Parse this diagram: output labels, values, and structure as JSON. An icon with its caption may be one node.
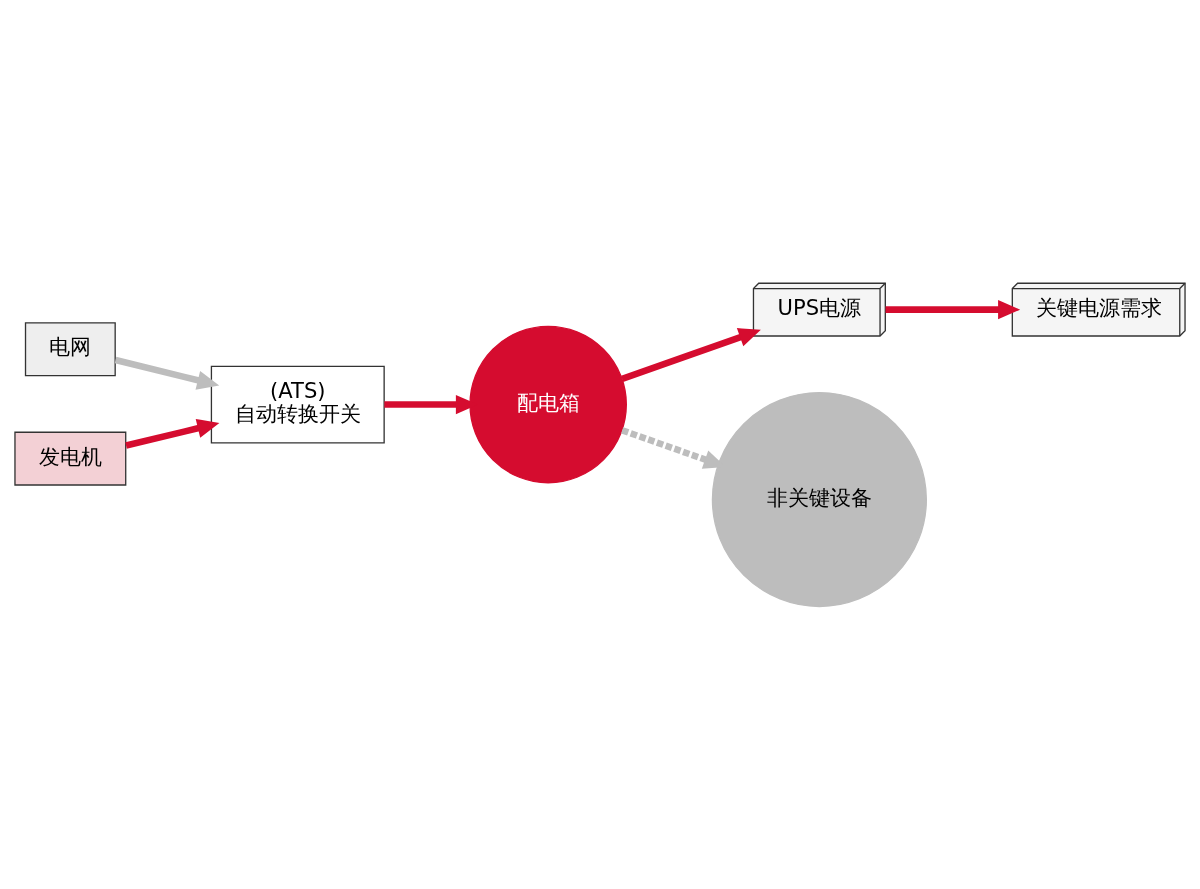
{
  "diagram": {
    "nodes": [
      {
        "text": [
          "电网"
        ]
      },
      {
        "text": [
          "(ATS)",
          "自动转换开关"
        ]
      },
      {
        "text": [
          "发电机"
        ]
      },
      {
        "text": [
          "配电箱"
        ]
      },
      {
        "text": [
          "UPS电源"
        ]
      },
      {
        "text": [
          "非关键设备"
        ]
      },
      {
        "text": [
          "关键电源需求"
        ]
      }
    ],
    "edges": [
      {
        "from": 0,
        "to": 1,
        "arrow": "to",
        "color": "#bdbdbd"
      },
      {
        "from": 2,
        "to": 1,
        "arrow": "to"
      },
      {
        "from": 1,
        "to": 3,
        "arrow": "to"
      },
      {
        "from": 3,
        "to": 4,
        "arrow": "to"
      },
      {
        "from": 4,
        "to": 6,
        "arrow": "to"
      },
      {
        "from": 3,
        "to": 5,
        "arrow": "to",
        "style": "dashed",
        "color": "#bdbdbd"
      }
    ]
  }
}
